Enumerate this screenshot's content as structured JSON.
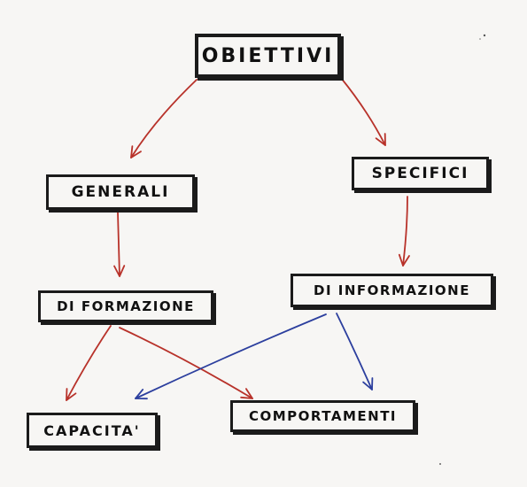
{
  "nodes": {
    "obiettivi": "OBIETTIVI",
    "generali": "GENERALI",
    "specifici": "SPECIFICI",
    "di_formazione": "DI FORMAZIONE",
    "di_informazione": "DI INFORMAZIONE",
    "capacita": "CAPACITA'",
    "comportamenti": "COMPORTAMENTI"
  },
  "edges": [
    {
      "from": "obiettivi",
      "to": "generali",
      "color": "#b8322a"
    },
    {
      "from": "obiettivi",
      "to": "specifici",
      "color": "#b8322a"
    },
    {
      "from": "generali",
      "to": "di_formazione",
      "color": "#b8322a"
    },
    {
      "from": "specifici",
      "to": "di_informazione",
      "color": "#b8322a"
    },
    {
      "from": "di_formazione",
      "to": "capacita",
      "color": "#b8322a"
    },
    {
      "from": "di_formazione",
      "to": "comportamenti",
      "color": "#b8322a"
    },
    {
      "from": "di_informazione",
      "to": "capacita",
      "color": "#2c3f9e"
    },
    {
      "from": "di_informazione",
      "to": "comportamenti",
      "color": "#2c3f9e"
    }
  ],
  "colors": {
    "ink": "#1b1b1b",
    "red_arrow": "#b8322a",
    "blue_arrow": "#2c3f9e",
    "paper": "#f7f6f4"
  }
}
